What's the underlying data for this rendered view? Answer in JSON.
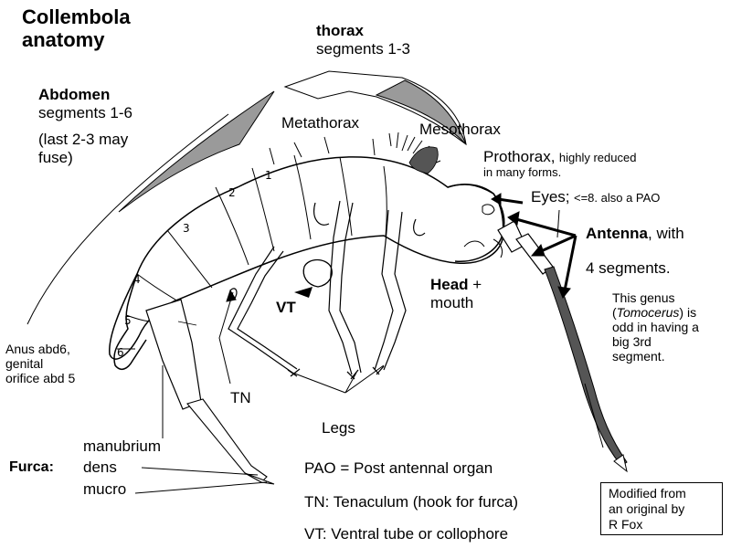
{
  "title": {
    "line1": "Collembola",
    "line2": "anatomy"
  },
  "thorax": {
    "name": "thorax",
    "segments": "segments 1-3"
  },
  "abdomen": {
    "name": "Abdomen",
    "segments": "segments 1-6",
    "note1": "(last 2-3 may",
    "note2": "fuse)"
  },
  "parts": {
    "metathorax": "Metathorax",
    "mesothorax": "Mesothorax",
    "prothorax": "Prothorax,",
    "prothorax_note1": "highly reduced",
    "prothorax_note2": "in many forms.",
    "eyes": "Eyes;",
    "eyes_note": "<=8.  also a PAO",
    "antenna": "Antenna",
    "antenna_note1": ", with",
    "antenna_note2": "4 segments.",
    "head": "Head",
    "head_note1": " +",
    "head_note2": "mouth",
    "vt": "VT",
    "tn": "TN",
    "legs": "Legs",
    "anus1": "Anus abd6,",
    "anus2": "genital",
    "anus3": "orifice abd 5",
    "furca": "Furca:",
    "manubrium": "manubrium",
    "dens": "dens",
    "mucro": "mucro"
  },
  "genus_note": {
    "line1": "This genus",
    "paren_open": "(",
    "genus": "Tomocerus",
    "line2_tail": ") is",
    "line3": "odd in having a",
    "line4": "big 3rd",
    "line5": "segment."
  },
  "definitions": {
    "pao": "PAO = Post antennal organ",
    "tn": "TN: Tenaculum (hook for furca)",
    "vt": "VT: Ventral tube or collophore"
  },
  "credit": {
    "line1": "Modified from",
    "line2": "an original by",
    "line3": "R Fox"
  },
  "segment_numbers": [
    "1",
    "2",
    "3",
    "4",
    "5",
    "6"
  ]
}
